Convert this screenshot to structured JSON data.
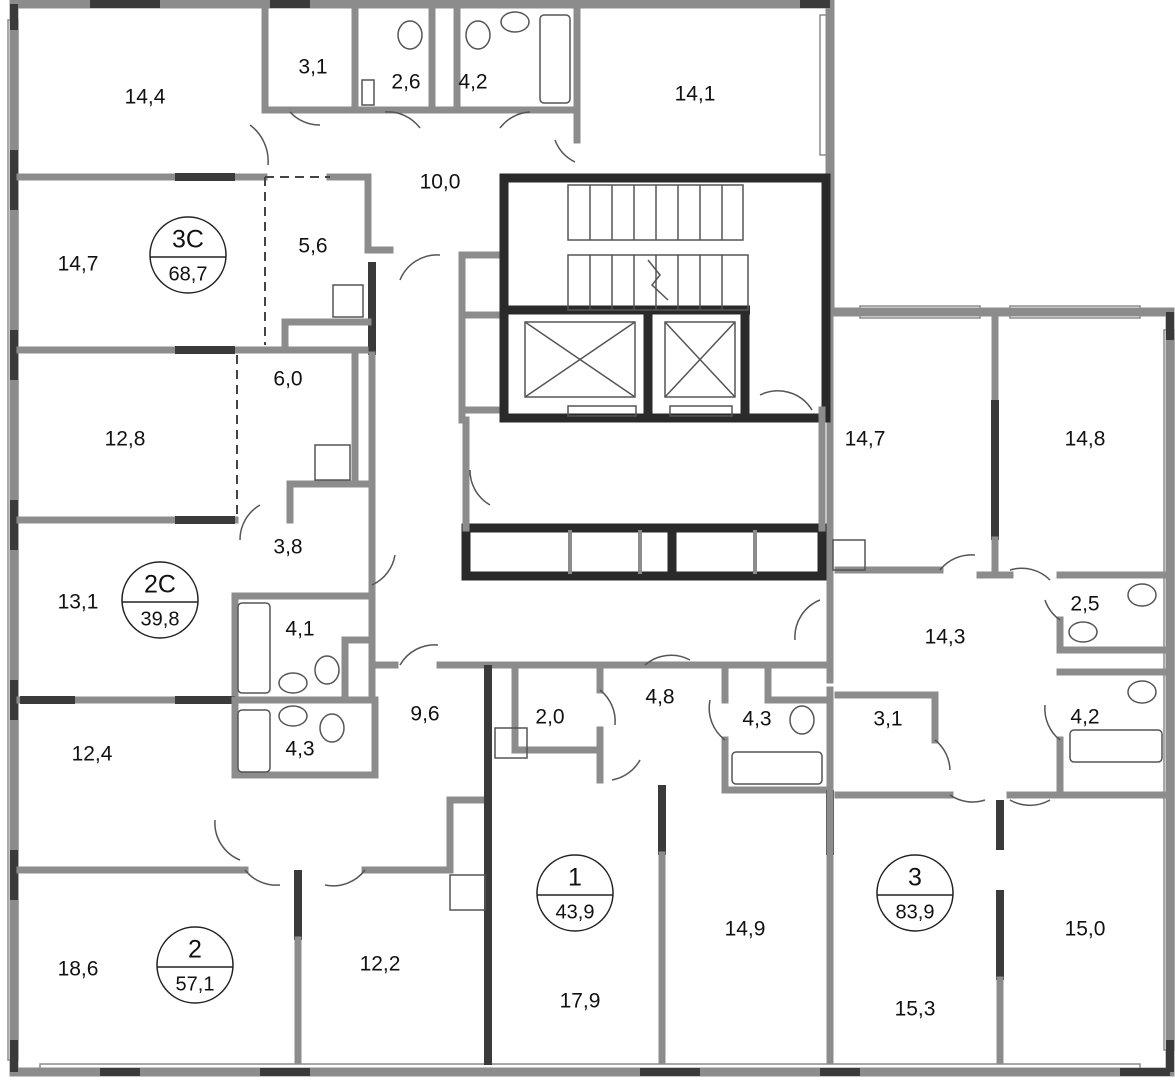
{
  "title": "Floor plan",
  "colors": {
    "wall": "#8c8c8c",
    "wall_dark": "#3a3a3a",
    "core": "#2a2a2a"
  },
  "rooms": [
    "14,4",
    "3,1",
    "2,6",
    "4,2",
    "14,1",
    "10,0",
    "14,7",
    "5,6",
    "6,0",
    "12,8",
    "14,7",
    "14,8",
    "3,8",
    "13,1",
    "4,1",
    "14,3",
    "2,5",
    "9,6",
    "2,0",
    "4,8",
    "4,3",
    "3,1",
    "4,2",
    "12,4",
    "4,3",
    "14,9",
    "15,0",
    "18,6",
    "12,2",
    "17,9",
    "15,3"
  ],
  "apartments": [
    {
      "number": "3С",
      "area": "68,7"
    },
    {
      "number": "2С",
      "area": "39,8"
    },
    {
      "number": "1",
      "area": "43,9"
    },
    {
      "number": "3",
      "area": "83,9"
    },
    {
      "number": "2",
      "area": "57,1"
    }
  ]
}
